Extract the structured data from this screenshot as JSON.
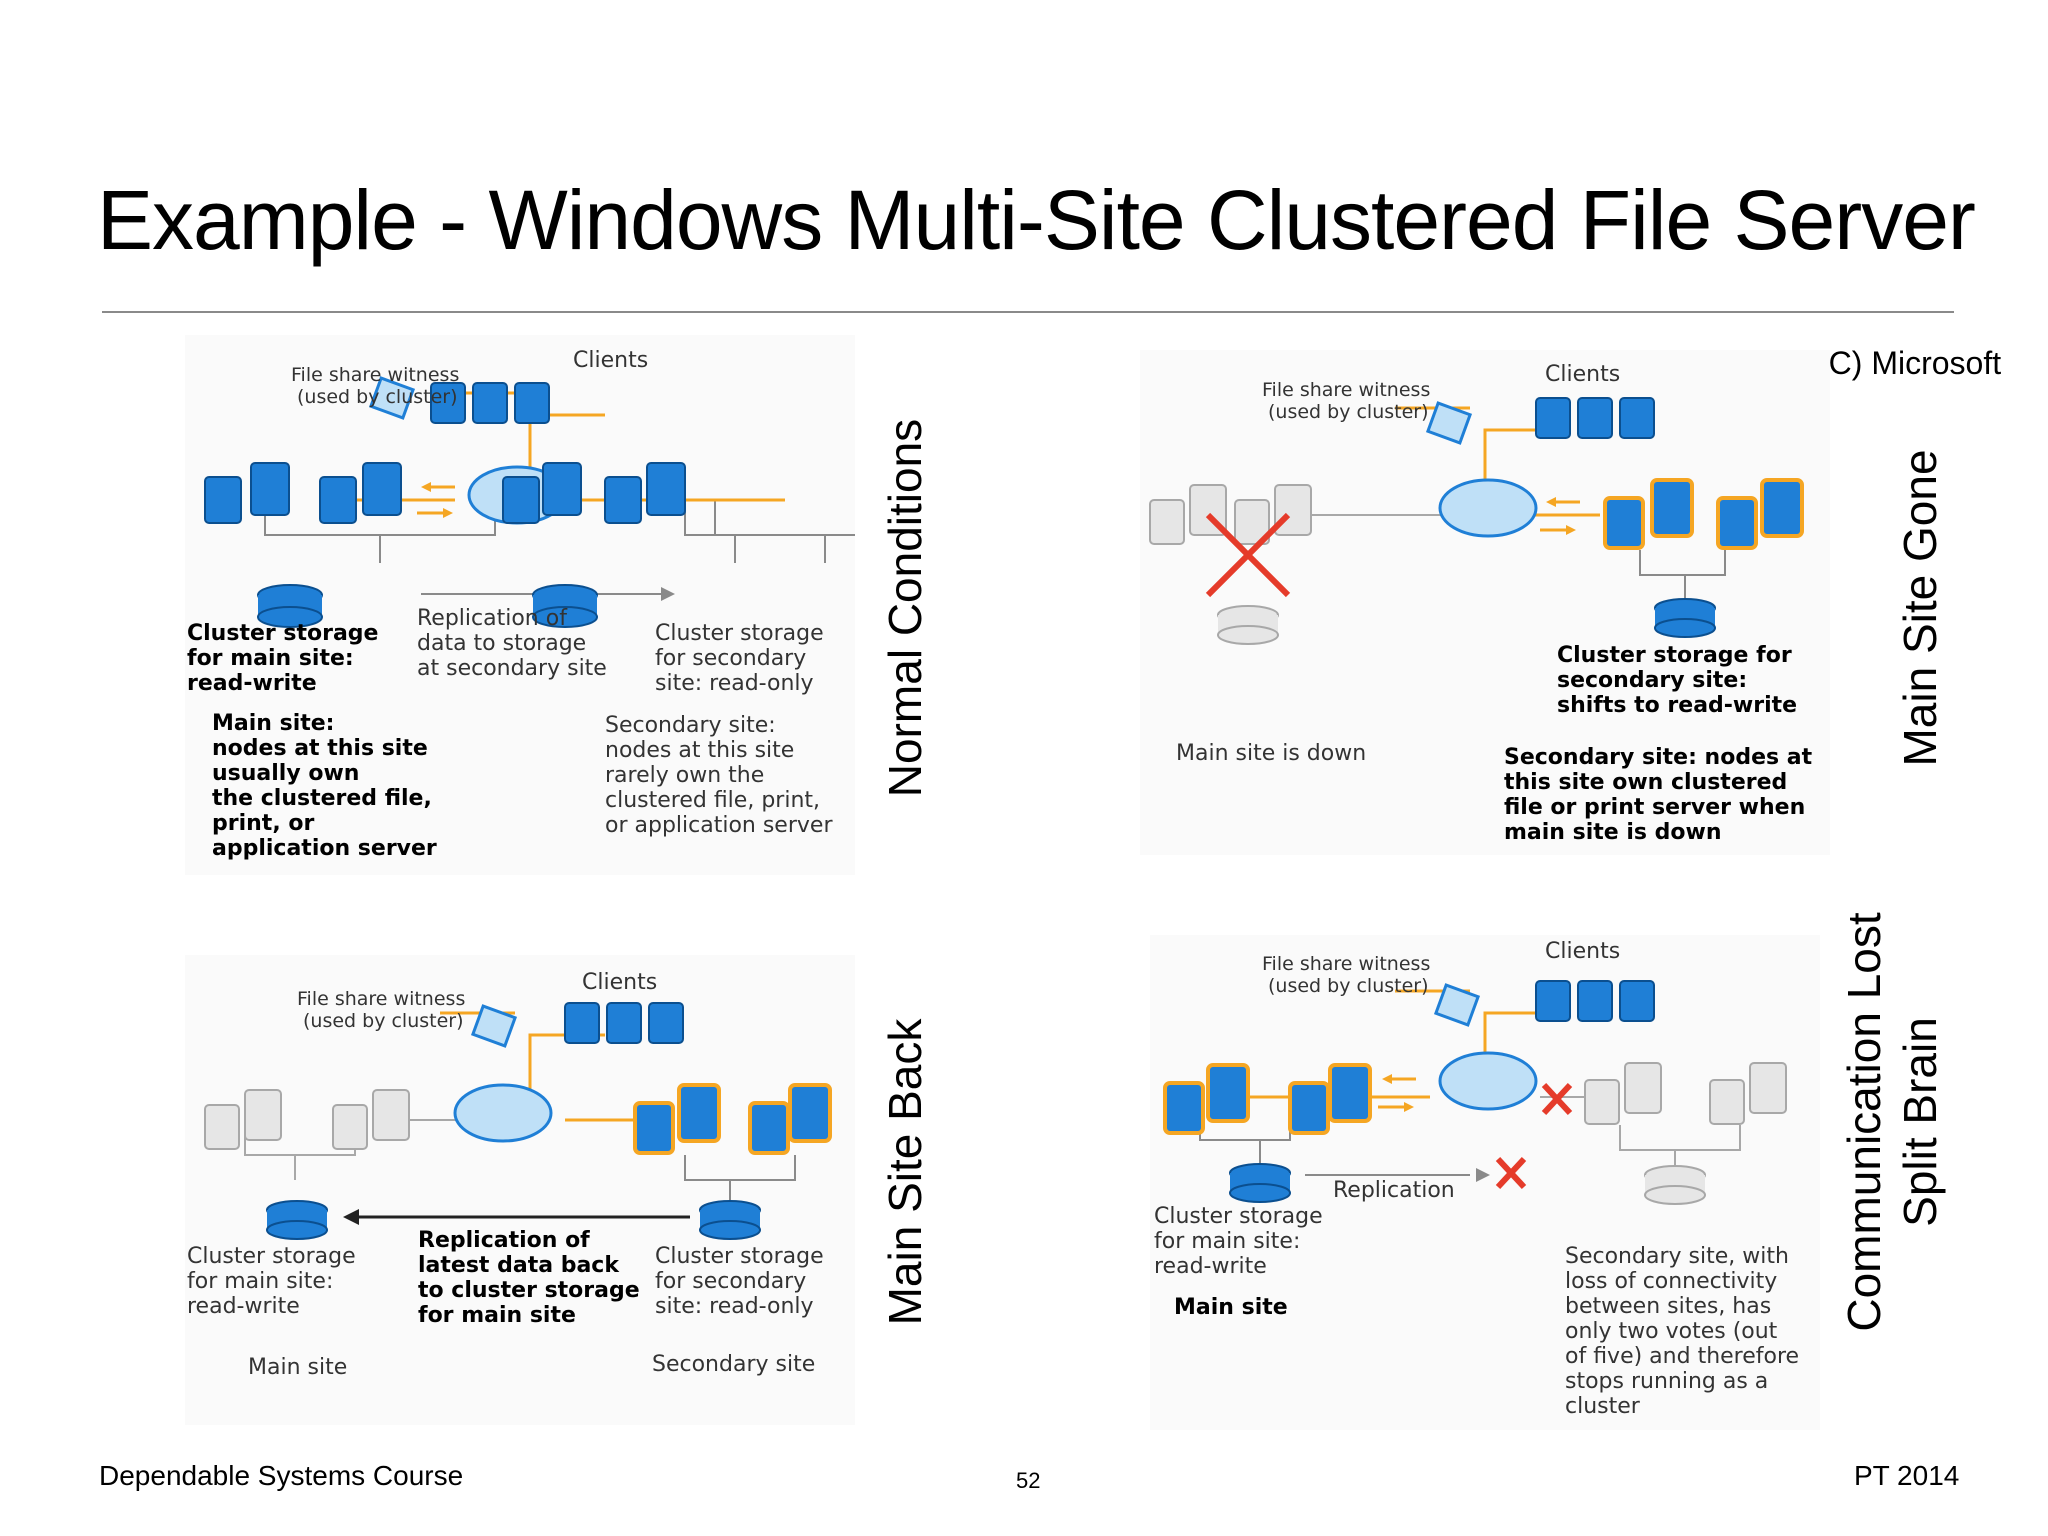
{
  "slide": {
    "title": "Example - Windows Multi-Site Clustered File Server",
    "copyright": "(C) Microsoft",
    "footer_left": "Dependable Systems Course",
    "page_number": "52",
    "footer_right": "PT 2014"
  },
  "side_labels": {
    "normal": "Normal Conditions",
    "main_gone": "Main Site Gone",
    "main_back": "Main Site Back",
    "comm_lost_1": "Communication Lost",
    "comm_lost_2": "Split Brain"
  },
  "panels": {
    "normal": {
      "witness": [
        "File share witness",
        "(used by cluster)"
      ],
      "clients": "Clients",
      "storage_main": [
        "Cluster storage",
        "for main site:",
        "read-write"
      ],
      "replication": [
        "Replication of",
        "data to storage",
        "at secondary site"
      ],
      "storage_secondary": [
        "Cluster storage",
        "for secondary",
        "site: read-only"
      ],
      "main_site": [
        "Main site:",
        "nodes at this site",
        "usually own",
        "the clustered file,",
        "print, or",
        "application server"
      ],
      "secondary_site": [
        "Secondary site:",
        "nodes at this site",
        "rarely own the",
        "clustered file, print,",
        "or application server"
      ]
    },
    "main_gone": {
      "witness": [
        "File share witness",
        "(used by cluster)"
      ],
      "clients": "Clients",
      "storage_secondary": [
        "Cluster storage for",
        "secondary site:",
        "shifts to read-write"
      ],
      "main_down": "Main site is down",
      "secondary_site": [
        "Secondary site: nodes at",
        "this site own clustered",
        "file or print server when",
        "main site is down"
      ]
    },
    "main_back": {
      "witness": [
        "File share witness",
        "(used by cluster)"
      ],
      "clients": "Clients",
      "storage_main": [
        "Cluster storage",
        "for main site:",
        "read-write"
      ],
      "replication": [
        "Replication of",
        "latest data back",
        "to cluster storage",
        "for main site"
      ],
      "storage_secondary": [
        "Cluster storage",
        "for secondary",
        "site: read-only"
      ],
      "main_site": "Main site",
      "secondary_site": "Secondary site"
    },
    "comm_lost": {
      "witness": [
        "File share witness",
        "(used by cluster)"
      ],
      "clients": "Clients",
      "replication": "Replication",
      "storage_main": [
        "Cluster storage",
        "for main site:",
        "read-write"
      ],
      "main_site": "Main site",
      "secondary_site": [
        "Secondary site, with",
        "loss of connectivity",
        "between sites, has",
        "only two votes (out",
        "of five) and therefore",
        "stops running as a",
        "cluster"
      ]
    }
  },
  "colors": {
    "blue": "#1f7fd6",
    "light_blue": "#bfe0f7",
    "orange": "#f5a623",
    "red": "#e53b2a",
    "gray": "#a8a8a8"
  }
}
